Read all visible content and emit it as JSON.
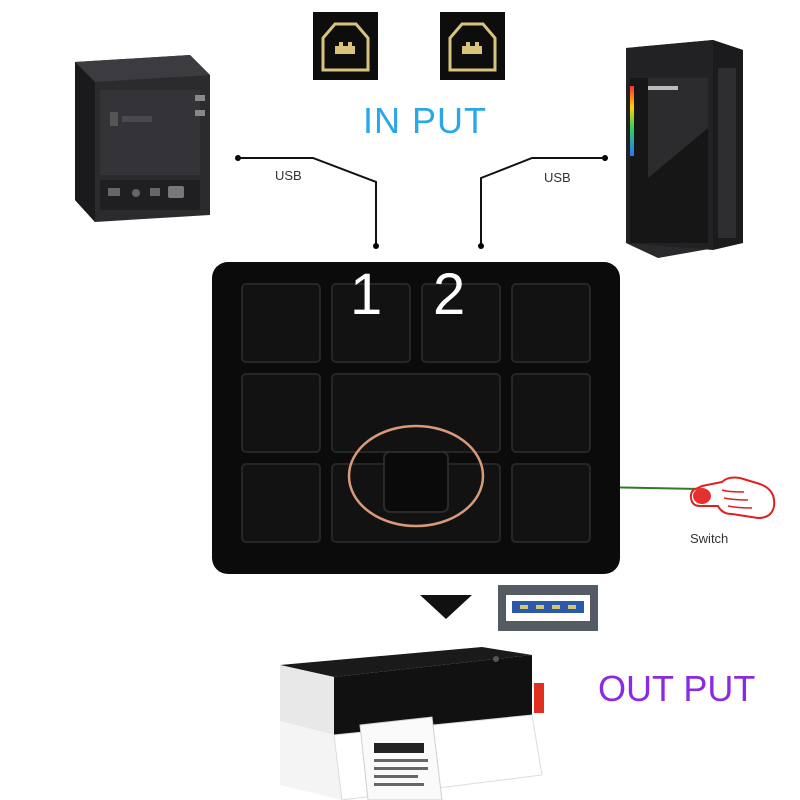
{
  "labels": {
    "input_title": "IN PUT",
    "output_title": "OUT PUT",
    "usb_left": "USB",
    "usb_right": "USB",
    "switch": "Switch",
    "port1": "1",
    "port2": "2"
  },
  "colors": {
    "input_title": "#2aa7e6",
    "output_title": "#8a2be2",
    "switch_indicator_line": "#2f7d1e",
    "button_highlight_ring": "#d99a7a"
  },
  "icons": {
    "usb_b_left": "usb-type-b-connector",
    "usb_b_right": "usb-type-b-connector",
    "usb_a_output": "usb-type-a-connector",
    "hand": "pointing-hand-pressing",
    "arrow_down": "down-arrow"
  }
}
